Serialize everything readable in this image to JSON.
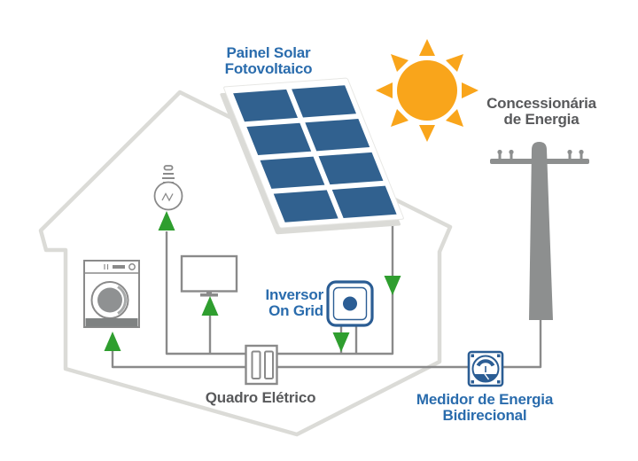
{
  "diagram": {
    "description": "On-grid solar photovoltaic system diagram",
    "labels": {
      "solar_panel_line1": "Painel Solar",
      "solar_panel_line2": "Fotovoltaico",
      "utility_line1": "Concessionária",
      "utility_line2": "de Energia",
      "inverter_line1": "Inversor",
      "inverter_line2": "On Grid",
      "electrical_panel": "Quadro Elétrico",
      "meter_line1": "Medidor de Energia",
      "meter_line2": "Bidirecional"
    },
    "components": [
      "house-outline",
      "sun-icon",
      "solar-panel-icon",
      "utility-pole-icon",
      "light-bulb-icon",
      "tv-icon",
      "washing-machine-icon",
      "inverter-icon",
      "electrical-panel-icon",
      "energy-meter-icon"
    ],
    "energy_flow_arrows": [
      {
        "at": "washing-machine",
        "direction": "up"
      },
      {
        "at": "tv",
        "direction": "up"
      },
      {
        "at": "light-bulb",
        "direction": "up"
      },
      {
        "at": "solar-panel-to-inverter-wire",
        "direction": "down"
      },
      {
        "at": "inverter-output",
        "direction": "down"
      }
    ],
    "colors": {
      "label_blue": "#2A6CAD",
      "panel_cell_blue": "#31618F",
      "component_blue": "#2B5D94",
      "sun_orange": "#F9A51B",
      "arrow_green": "#2F9E2F",
      "wire_gray": "#8A8A8A",
      "house_outline_gray": "#DBDBD7",
      "dark_label_gray": "#58595B",
      "background": "#FFFFFF"
    }
  }
}
